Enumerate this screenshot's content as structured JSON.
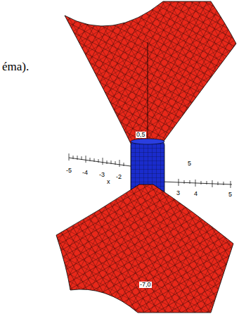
{
  "diagram": {
    "labels": [
      "éma).",
      "-5",
      "-4",
      "-3",
      "-2",
      "x",
      "3",
      "4",
      "5",
      "5",
      "0,5",
      "-7,0"
    ]
  }
}
